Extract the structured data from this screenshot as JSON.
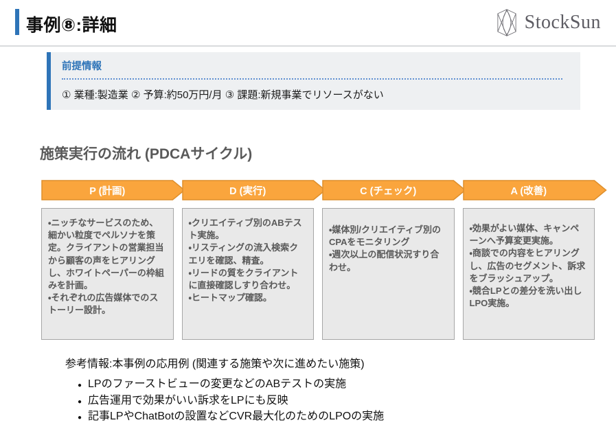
{
  "header": {
    "title": "事例⑧:詳細",
    "logo_text": "StockSun"
  },
  "premise": {
    "label": "前提情報",
    "body": "① 業種:製造業 ② 予算:約50万円/月  ③ 課題:新規事業でリソースがない"
  },
  "section": {
    "heading": "施策実行の流れ (PDCAサイクル)"
  },
  "pdca": {
    "columns": [
      {
        "label": "P (計画)",
        "items": [
          "・ニッチなサービスのため、細かい粒度でペルソナを策定。クライアントの営業担当から顧客の声をヒアリングし、ホワイトペーパーの枠組みを計画。",
          "・それぞれの広告媒体でのストーリー設計。"
        ]
      },
      {
        "label": "D (実行)",
        "items": [
          "・クリエイティブ別のABテスト実施。",
          "・リスティングの流入検索クエリを確認、精査。",
          "・リードの質をクライアントに直接確認しすり合わせ。",
          "・ヒートマップ確認。"
        ]
      },
      {
        "label": "C (チェック)",
        "items": [
          "・媒体別/クリエイティブ別のCPAをモニタリング",
          "・週次以上の配信状況すり合わせ。"
        ]
      },
      {
        "label": "A (改善)",
        "items": [
          "・効果がよい媒体、キャンペーンへ予算変更実施。",
          "・商談での内容をヒアリングし、広告のセグメント、訴求をブラッシュアップ。",
          "・競合LPとの差分を洗い出しLPO実施。"
        ]
      }
    ]
  },
  "reference": {
    "heading": "参考情報:本事例の応用例 (関連する施策や次に進めたい施策)",
    "bullet_glyph": "●",
    "bullets": [
      "LPのファーストビューの変更などのABテストの実施",
      "広告運用で効果がいい訴求をLPにも反映",
      "記事LPやChatBotの設置などCVR最大化のためのLPOの実施"
    ]
  },
  "colors": {
    "accent-blue": "#2e74b8",
    "dot-blue": "#5f8fd1",
    "arrow-fill": "#FAA53D",
    "arrow-border": "#DE8F2C",
    "box-fill": "#e9e9e9",
    "box-border": "#a6a6a6",
    "box-text": "#595959",
    "logo-gray": "#5d5c63"
  }
}
